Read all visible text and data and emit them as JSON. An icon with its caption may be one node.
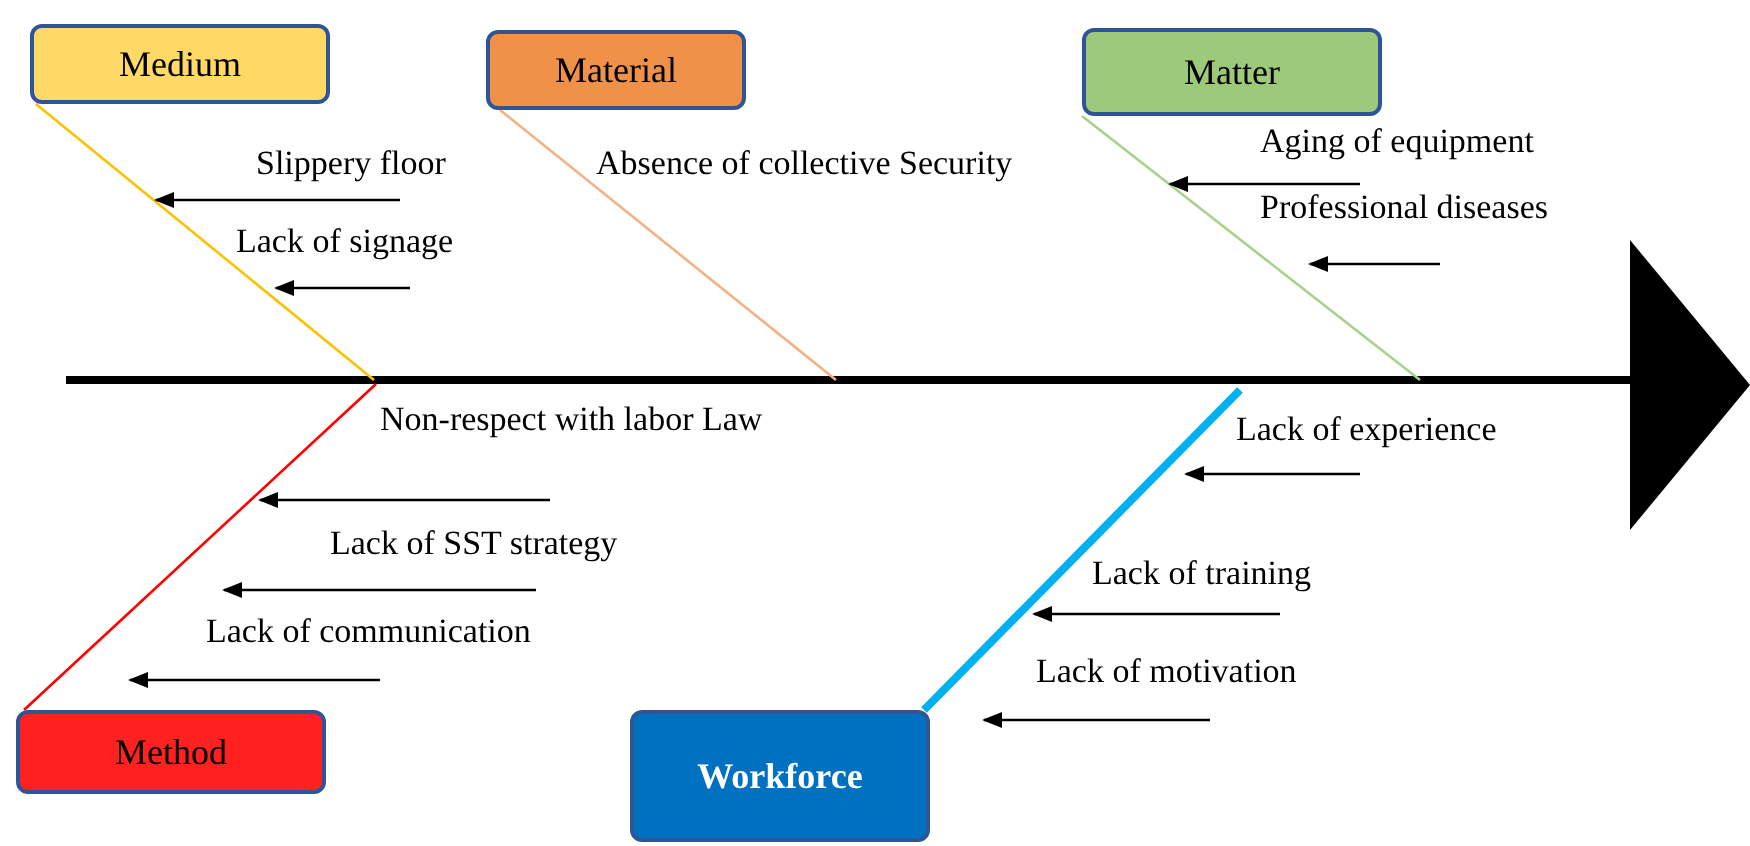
{
  "diagram": {
    "nodes": [
      {
        "text": [
          "Medium"
        ]
      },
      {
        "text": [
          "Material"
        ]
      },
      {
        "text": [
          "Matter"
        ]
      },
      {
        "text": [],
        "shape": "triangle"
      },
      {
        "text": [
          "Method"
        ]
      },
      {
        "text": [
          "Workforce"
        ]
      }
    ],
    "edges": [
      {
        "from": null,
        "to": 3,
        "arrow": "none",
        "style": "thick"
      },
      {
        "from": 0,
        "to": null,
        "arrow": "none",
        "color": "#ffc000"
      },
      {
        "from": 1,
        "to": null,
        "arrow": "none",
        "color": "#f4b183"
      },
      {
        "from": 2,
        "to": null,
        "arrow": "none",
        "color": "#a9d18e"
      },
      {
        "from": 4,
        "to": null,
        "arrow": "none",
        "color": "#ff0000"
      },
      {
        "from": 5,
        "to": null,
        "arrow": "none",
        "style": "thick",
        "color": "#00b0f0"
      }
    ],
    "labels": [
      "Aging of equipment",
      "Slippery floor",
      "Absence of collective Security",
      "Professional diseases",
      "Lack of signage",
      "Non-respect with labor Law",
      "Lack of experience",
      "Lack of SST strategy",
      "Lack of training",
      "Lack of communication",
      "Lack of motivation"
    ]
  }
}
